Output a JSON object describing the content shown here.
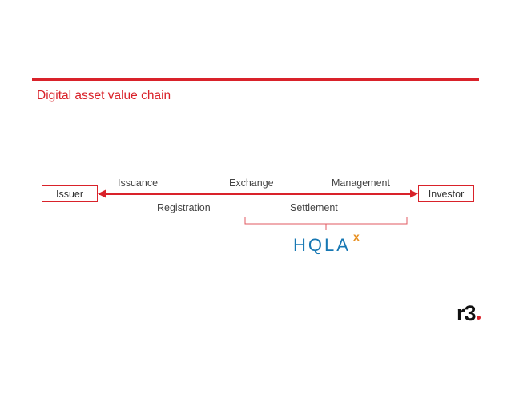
{
  "title": "Digital asset value chain",
  "endpoints": {
    "left": "Issuer",
    "right": "Investor"
  },
  "upper_stages": [
    "Issuance",
    "Exchange",
    "Management"
  ],
  "lower_stages": [
    "Registration",
    "Settlement"
  ],
  "logo": {
    "text": "HQLA",
    "superscript": "x",
    "text_color": "#1677b3",
    "superscript_color": "#e89021"
  },
  "brand": {
    "text": "r3",
    "dot_color": "#d9222a"
  },
  "colors": {
    "accent": "#d9222a",
    "text": "#444444"
  }
}
